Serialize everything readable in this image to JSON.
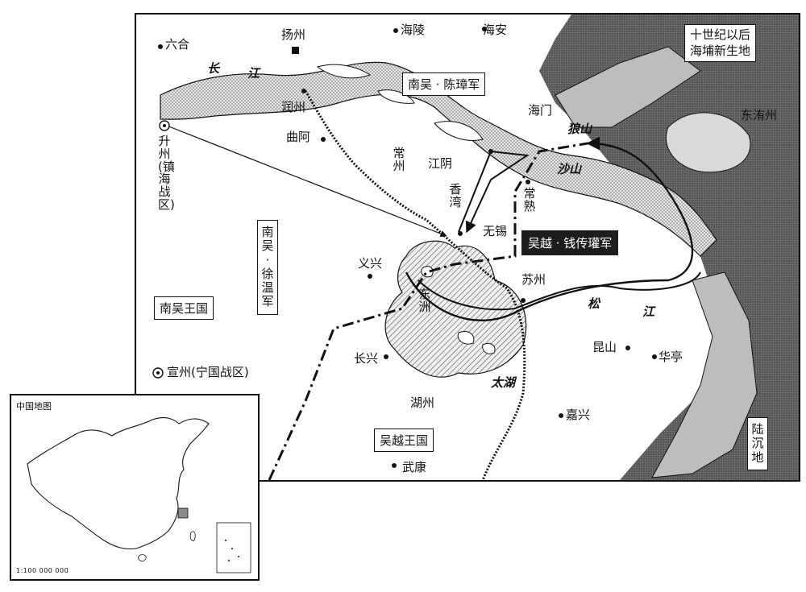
{
  "map": {
    "cities": {
      "liuhe": "六合",
      "yangzhou": "扬州",
      "hailing": "海陵",
      "haian": "海安",
      "runzhou": "润州",
      "qua": "曲阿",
      "jiangyin": "江阴",
      "haimen": "海门",
      "wuxi": "无锡",
      "suzhou": "苏州",
      "yixing": "义兴",
      "changxing": "长兴",
      "huzhou": "湖州",
      "wukang": "武康",
      "jiaxing": "嘉兴",
      "kunshan": "昆山",
      "huating": "华亭",
      "xuanzhou": "宣州(宁国战区)",
      "shengzhou": "升州(镇海战区)",
      "changzhou": "常州",
      "xiangwan": "香湾",
      "changshu": "常熟",
      "dongzhou": "东洲"
    },
    "features": {
      "chang": "长",
      "jiang": "江",
      "langshan": "狼山",
      "shashan": "沙山",
      "song": "松",
      "jiang2": "江",
      "taihu": "太湖",
      "dongpeizhou": "东洧州"
    },
    "boxes": {
      "new_land": "十世纪以后\n海埔新生地",
      "chen_army": "南吴 · 陈璋军",
      "xu_army": "南吴 · 徐温军",
      "nanwu_kingdom": "南吴王国",
      "qian_army": "吴越 · 钱传瓘军",
      "wuyue_kingdom": "吴越王国",
      "sunken_land": "陆沉地"
    }
  },
  "inset": {
    "title": "中国地图",
    "scale": "1:100 000 000"
  },
  "colors": {
    "sea": "#555555",
    "water_stipple": "#9a9a9a",
    "lake_hatch": "#888888",
    "ink": "#111111",
    "label_dark_bg": "#1d1d1d"
  }
}
